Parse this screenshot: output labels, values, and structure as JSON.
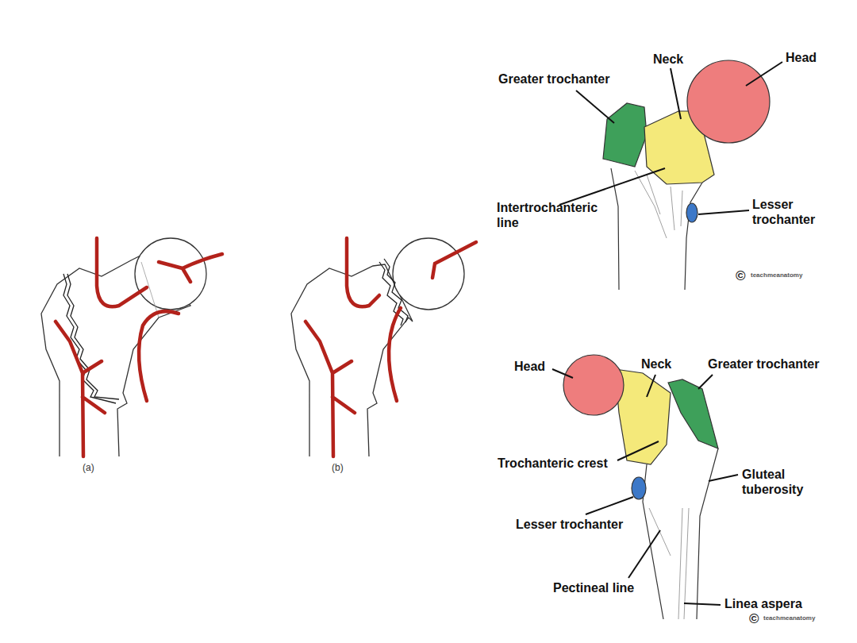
{
  "diagram": {
    "labels": [
      "Neck",
      "Head",
      "Greater trochanter",
      "Intertrochanteric line",
      "Lesser trochanter",
      "©",
      "teachmeanatomy",
      "(a)",
      "(b)",
      "Head",
      "Neck",
      "Greater trochanter",
      "Trochanteric crest",
      "Gluteal tuberosity",
      "Lesser trochanter",
      "Pectineal line",
      "Linea aspera",
      "©",
      "teachmeanatomy"
    ]
  }
}
